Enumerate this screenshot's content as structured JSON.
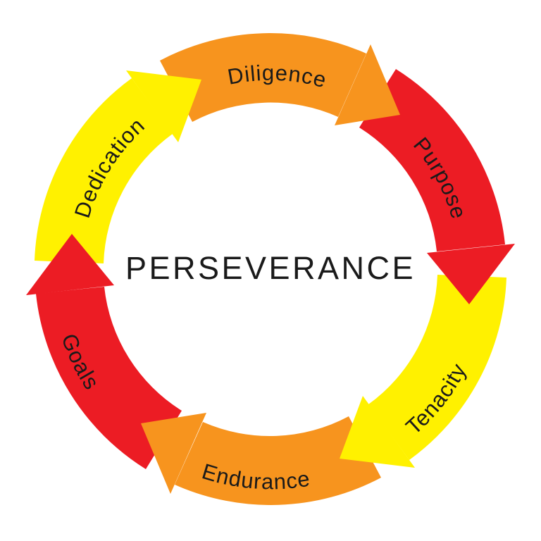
{
  "title": "PERSEVERANCE",
  "diagram": {
    "type": "cycle",
    "direction": "clockwise",
    "shape": "circular-arrow-ring",
    "background": "#FFFFFF"
  },
  "colors": {
    "orange": "#F7941E",
    "red": "#EC1C24",
    "yellow": "#FFF100",
    "text": "#1A1A1A"
  },
  "segments": [
    {
      "label": "Diligence",
      "color": "#F7941E",
      "position": "top"
    },
    {
      "label": "Purpose",
      "color": "#EC1C24",
      "position": "right"
    },
    {
      "label": "Tenacity",
      "color": "#FFF100",
      "position": "bottom-right"
    },
    {
      "label": "Endurance",
      "color": "#F7941E",
      "position": "bottom"
    },
    {
      "label": "Goals",
      "color": "#EC1C24",
      "position": "left"
    },
    {
      "label": "Dedication",
      "color": "#FFF100",
      "position": "top-left"
    }
  ]
}
